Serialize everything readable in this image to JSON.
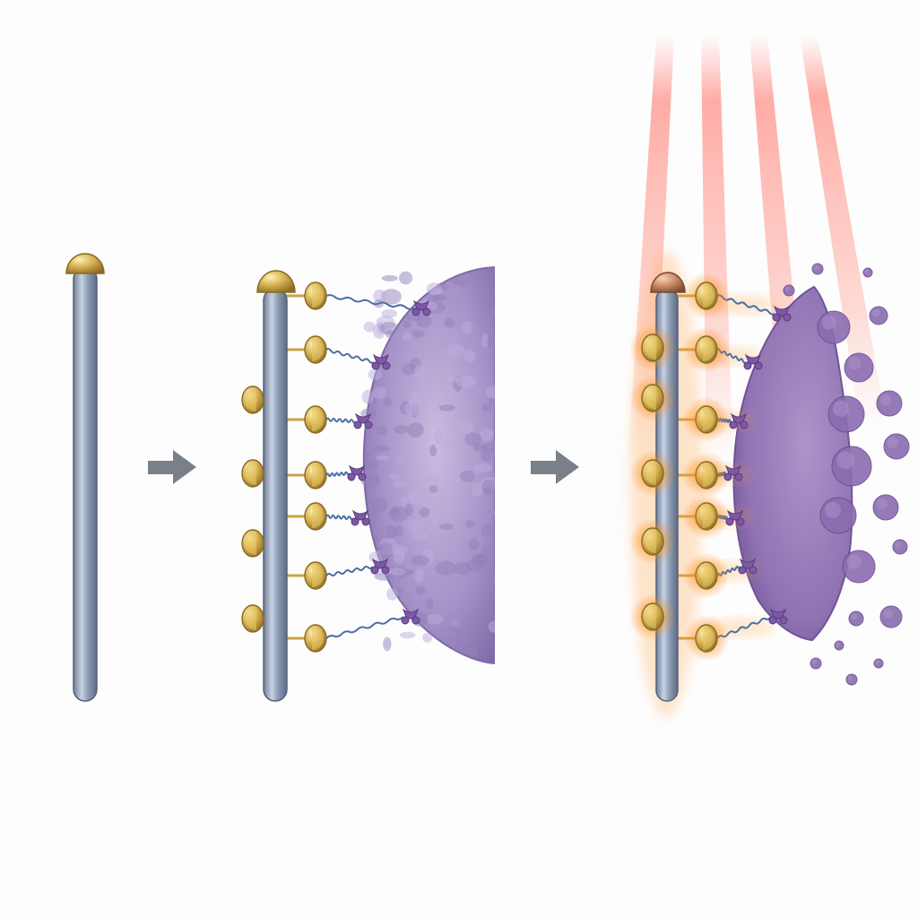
{
  "diagram": {
    "panels": [
      {
        "id": "bare-rod",
        "has_ligands": false,
        "has_cell": false,
        "irradiated": false
      },
      {
        "id": "rod-bound-to-cell",
        "ligand_pairs": 7,
        "has_cell": true,
        "irradiated": false
      },
      {
        "id": "rod-under-light",
        "ligand_pairs": 7,
        "has_cell": true,
        "irradiated": true,
        "cell_state": "fragmenting"
      }
    ],
    "arrows": 2,
    "colors": {
      "rod": "#8e9fb8",
      "rod_cap": "#c9a24a",
      "ligand": "#d8b454",
      "linker": "#4d6fa3",
      "receptor": "#7e58a8",
      "cell": "#a592c8",
      "glow": "#ff8c1a",
      "light_beam": "#ff8a80",
      "arrow": "#7a8088"
    },
    "icons": [
      "right-arrow-icon",
      "right-arrow-icon"
    ]
  }
}
